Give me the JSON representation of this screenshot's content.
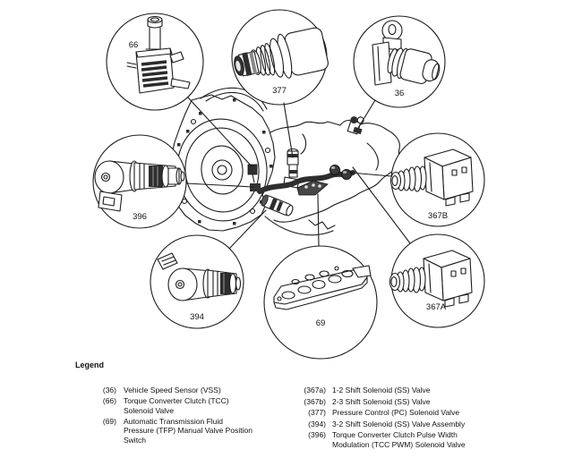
{
  "colors": {
    "paper": "#ffffff",
    "ink": "#1c1c1c"
  },
  "diagram": {
    "description": "Automatic transmission electrical components exploded callout diagram",
    "callouts": [
      {
        "id": "66",
        "label": "66"
      },
      {
        "id": "377",
        "label": "377"
      },
      {
        "id": "36",
        "label": "36"
      },
      {
        "id": "396",
        "label": "396"
      },
      {
        "id": "394",
        "label": "394"
      },
      {
        "id": "69",
        "label": "69"
      },
      {
        "id": "367B",
        "label": "367B"
      },
      {
        "id": "367A",
        "label": "367A"
      }
    ]
  },
  "legend": {
    "title": "Legend",
    "left": [
      {
        "ref": "(36)",
        "text": "Vehicle Speed Sensor (VSS)"
      },
      {
        "ref": "(66)",
        "text": "Torque Converter Clutch (TCC)\nSolenoid Valve"
      },
      {
        "ref": "(69)",
        "text": "Automatic Transmission Fluid\nPressure (TFP) Manual Valve Position\nSwitch"
      }
    ],
    "right": [
      {
        "ref": "(367a)",
        "text": "1-2 Shift Solenoid (SS) Valve"
      },
      {
        "ref": "(367b)",
        "text": "2-3 Shift Solenoid (SS) Valve"
      },
      {
        "ref": "(377)",
        "text": "Pressure Control (PC) Solenoid Valve"
      },
      {
        "ref": "(394)",
        "text": "3-2 Shift Solenoid (SS) Valve Assembly"
      },
      {
        "ref": "(396)",
        "text": "Torque Converter Clutch Pulse Width\nModulation (TCC PWM) Solenoid Valve"
      }
    ]
  }
}
